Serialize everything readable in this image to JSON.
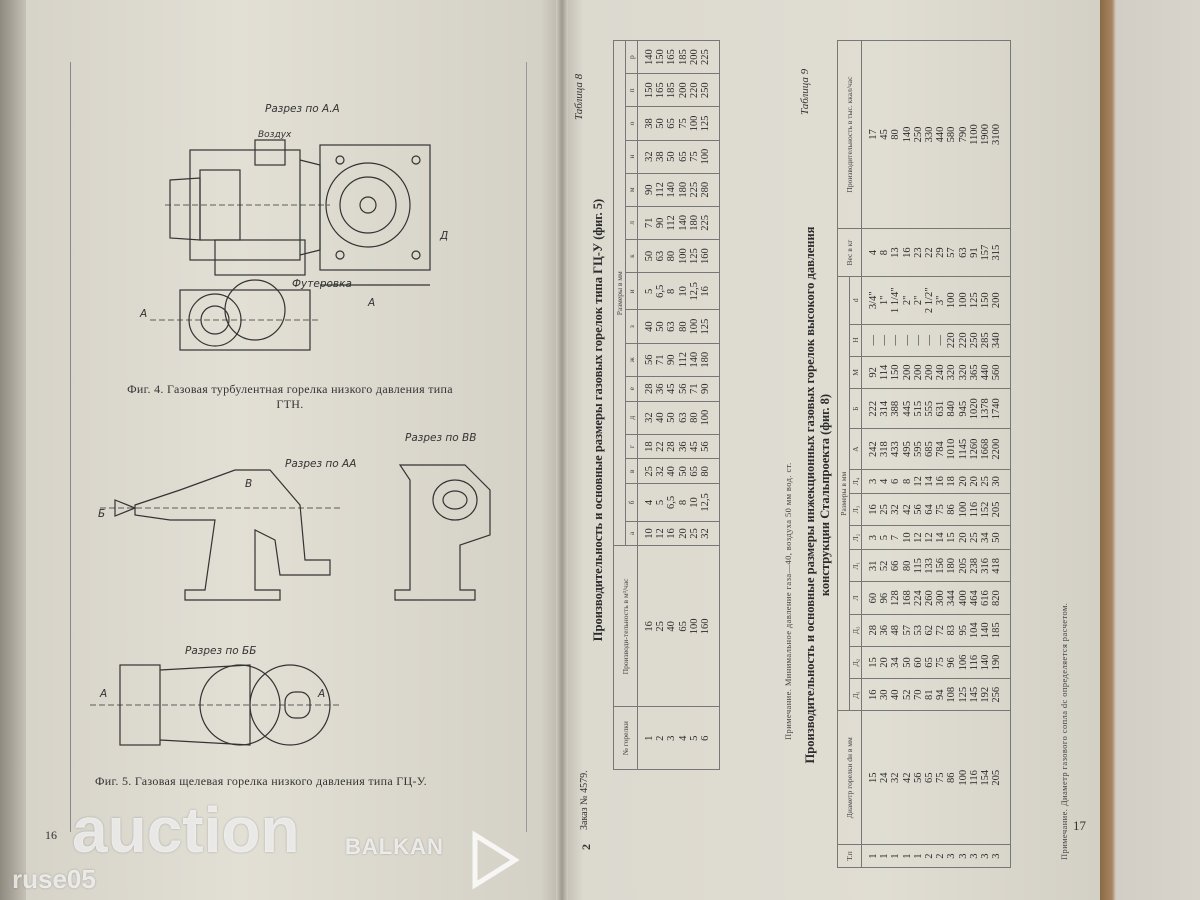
{
  "left_page": {
    "page_number": "16",
    "fig4_caption": "Фиг. 4. Газовая турбулентная горелка низкого давления типа ГТН.",
    "fig5_caption": "Фиг. 5. Газовая щелевая горелка низкого давления типа ГЦ-У.",
    "labels": {
      "fig4_section": "Разрез по А.А",
      "fig4_fut": "Футеровка",
      "fig5_section_aa": "Разрез по АА",
      "fig5_section_vv": "Разрез по ВВ",
      "fig5_section_bb": "Разрез по ББ",
      "a": "А",
      "b": "Б",
      "v": "В",
      "d": "Д",
      "vozduh": "Воздух"
    }
  },
  "right_page": {
    "page_number": "17",
    "signature": "2",
    "order": "Заказ № 4579.",
    "table8": {
      "label": "Таблица 8",
      "title": "Производительность и основные размеры газовых горелок типа ГЦ-У (фиг. 5)",
      "group_header": "Размеры в мм",
      "headers": [
        "№ горелки",
        "Производи-тельность в м³/час",
        "а",
        "б",
        "в",
        "г",
        "д",
        "е",
        "ж",
        "з",
        "и",
        "к",
        "л",
        "м",
        "н",
        "о",
        "п",
        "р"
      ],
      "rows": [
        [
          "1",
          "16",
          "10",
          "4",
          "25",
          "18",
          "32",
          "28",
          "56",
          "40",
          "5",
          "50",
          "71",
          "90",
          "32",
          "38",
          "150",
          "140"
        ],
        [
          "2",
          "25",
          "12",
          "5",
          "32",
          "22",
          "40",
          "36",
          "71",
          "50",
          "6,5",
          "63",
          "90",
          "112",
          "38",
          "50",
          "165",
          "150"
        ],
        [
          "3",
          "40",
          "16",
          "6,5",
          "40",
          "28",
          "50",
          "45",
          "90",
          "63",
          "8",
          "80",
          "112",
          "140",
          "50",
          "65",
          "185",
          "165"
        ],
        [
          "4",
          "65",
          "20",
          "8",
          "50",
          "36",
          "63",
          "56",
          "112",
          "80",
          "10",
          "100",
          "140",
          "180",
          "65",
          "75",
          "200",
          "185"
        ],
        [
          "5",
          "100",
          "25",
          "10",
          "65",
          "45",
          "80",
          "71",
          "140",
          "100",
          "12,5",
          "125",
          "180",
          "225",
          "75",
          "100",
          "220",
          "200"
        ],
        [
          "6",
          "160",
          "32",
          "12,5",
          "80",
          "56",
          "100",
          "90",
          "180",
          "125",
          "16",
          "160",
          "225",
          "280",
          "100",
          "125",
          "250",
          "225"
        ]
      ],
      "note": "Примечание. Минимальное давление газа—40, воздуха 50 мм вод. ст."
    },
    "table9": {
      "label": "Таблица 9",
      "title_line1": "Производительность и основные размеры инжекционных газовых горелок высокого давления",
      "title_line2": "конструкции Стальпроекта (фиг. 8)",
      "group_header": "Размеры в мм",
      "headers": [
        "Т.п",
        "Диаметр горелки dн в мм",
        "Д₁",
        "Д₂",
        "Д₃",
        "Л",
        "Л₁",
        "Л₂",
        "Л₃",
        "Л₄",
        "А",
        "Б",
        "М",
        "Н",
        "d",
        "Вес в кг",
        "Производительность в тыс. ккал/час"
      ],
      "rows": [
        [
          "1",
          "15",
          "16",
          "15",
          "28",
          "60",
          "31",
          "3",
          "16",
          "3",
          "242",
          "222",
          "92",
          "—",
          "3/4\"",
          "4",
          "17"
        ],
        [
          "1",
          "24",
          "30",
          "20",
          "36",
          "96",
          "52",
          "5",
          "25",
          "4",
          "318",
          "314",
          "114",
          "—",
          "1\"",
          "8",
          "45"
        ],
        [
          "1",
          "32",
          "40",
          "34",
          "48",
          "128",
          "66",
          "7",
          "32",
          "6",
          "433",
          "388",
          "150",
          "—",
          "1 1/4\"",
          "13",
          "80"
        ],
        [
          "1",
          "42",
          "52",
          "50",
          "57",
          "168",
          "80",
          "10",
          "42",
          "8",
          "495",
          "445",
          "200",
          "—",
          "2\"",
          "16",
          "140"
        ],
        [
          "1",
          "56",
          "70",
          "60",
          "53",
          "224",
          "115",
          "12",
          "56",
          "12",
          "595",
          "515",
          "200",
          "—",
          "2\"",
          "23",
          "250"
        ],
        [
          "2",
          "65",
          "81",
          "65",
          "62",
          "260",
          "133",
          "12",
          "64",
          "14",
          "685",
          "555",
          "200",
          "—",
          "2 1/2\"",
          "22",
          "330"
        ],
        [
          "2",
          "75",
          "94",
          "75",
          "72",
          "300",
          "156",
          "14",
          "75",
          "16",
          "784",
          "631",
          "240",
          "—",
          "3\"",
          "29",
          "440"
        ],
        [
          "3",
          "86",
          "108",
          "96",
          "83",
          "344",
          "180",
          "15",
          "86",
          "18",
          "1010",
          "840",
          "320",
          "220",
          "100",
          "57",
          "580"
        ],
        [
          "3",
          "100",
          "125",
          "106",
          "95",
          "400",
          "205",
          "20",
          "100",
          "20",
          "1145",
          "945",
          "320",
          "220",
          "100",
          "63",
          "790"
        ],
        [
          "3",
          "116",
          "145",
          "116",
          "104",
          "464",
          "238",
          "25",
          "116",
          "20",
          "1260",
          "1020",
          "365",
          "250",
          "125",
          "91",
          "1100"
        ],
        [
          "3",
          "154",
          "192",
          "140",
          "140",
          "616",
          "316",
          "34",
          "152",
          "25",
          "1668",
          "1378",
          "440",
          "285",
          "150",
          "157",
          "1900"
        ],
        [
          "3",
          "205",
          "256",
          "190",
          "185",
          "820",
          "418",
          "50",
          "205",
          "30",
          "2200",
          "1740",
          "560",
          "340",
          "200",
          "315",
          "3100"
        ]
      ],
      "note": "Примечание. Диаметр газового сопла dс определяется расчетом."
    }
  },
  "watermark": {
    "line1": "BALKAN",
    "line2": "auction",
    "line3": "ruse05"
  }
}
